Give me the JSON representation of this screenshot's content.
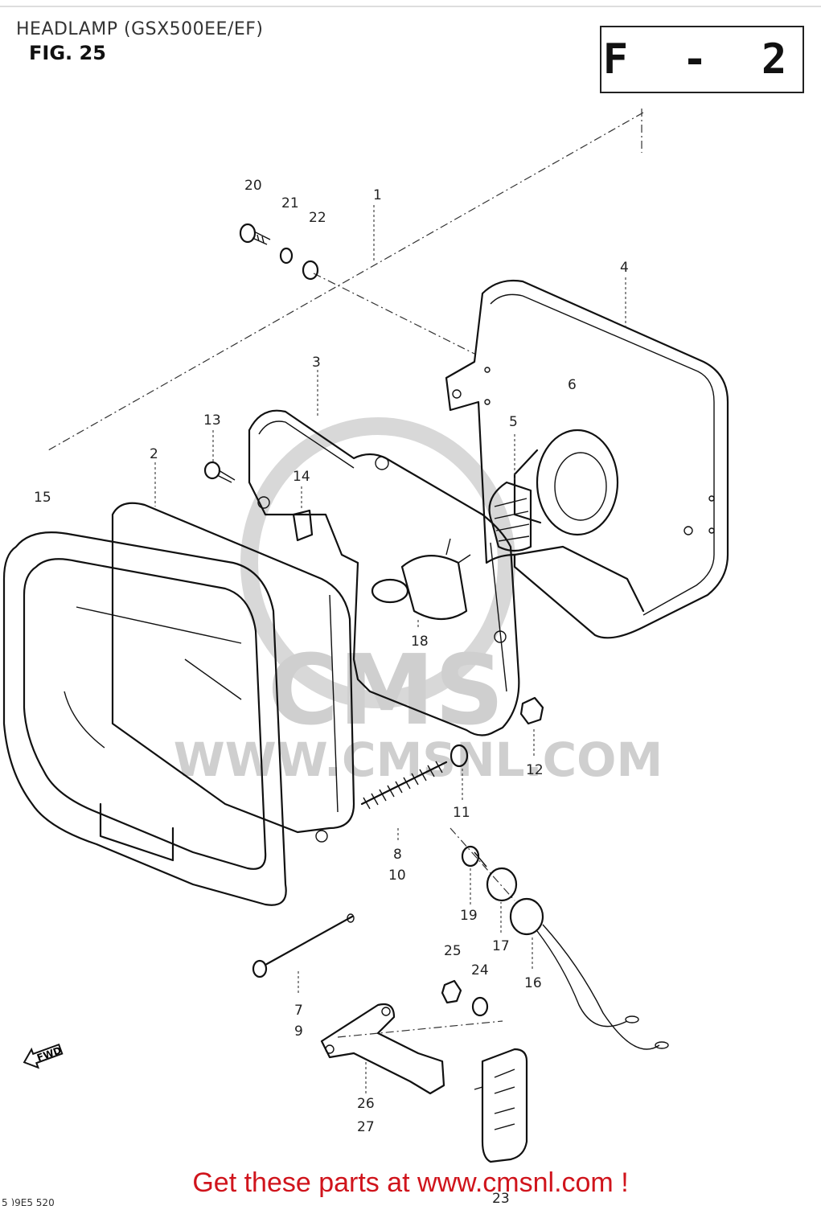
{
  "header": {
    "title": "HEADLAMP (GSX500EE/EF)",
    "figure": "FIG. 25",
    "section_code": "F - 2"
  },
  "watermark": {
    "site": "WWW.CMSNL.COM",
    "logo_text": "CMS"
  },
  "direction_marker": "FWD",
  "callouts": {
    "c1": "1",
    "c2": "2",
    "c3": "3",
    "c4": "4",
    "c5": "5",
    "c6": "6",
    "c7": "7",
    "c9": "9",
    "c8": "8",
    "c10": "10",
    "c11": "11",
    "c12": "12",
    "c13": "13",
    "c14": "14",
    "c15": "15",
    "c16": "16",
    "c17": "17",
    "c18": "18",
    "c19": "19",
    "c20": "20",
    "c21": "21",
    "c22": "22",
    "c23": "23",
    "c24": "24",
    "c25": "25",
    "c26": "26",
    "c27": "27"
  },
  "footer": {
    "promo": "Get these parts at www.cmsnl.com !",
    "corner_code": "5 )9E5  520"
  }
}
